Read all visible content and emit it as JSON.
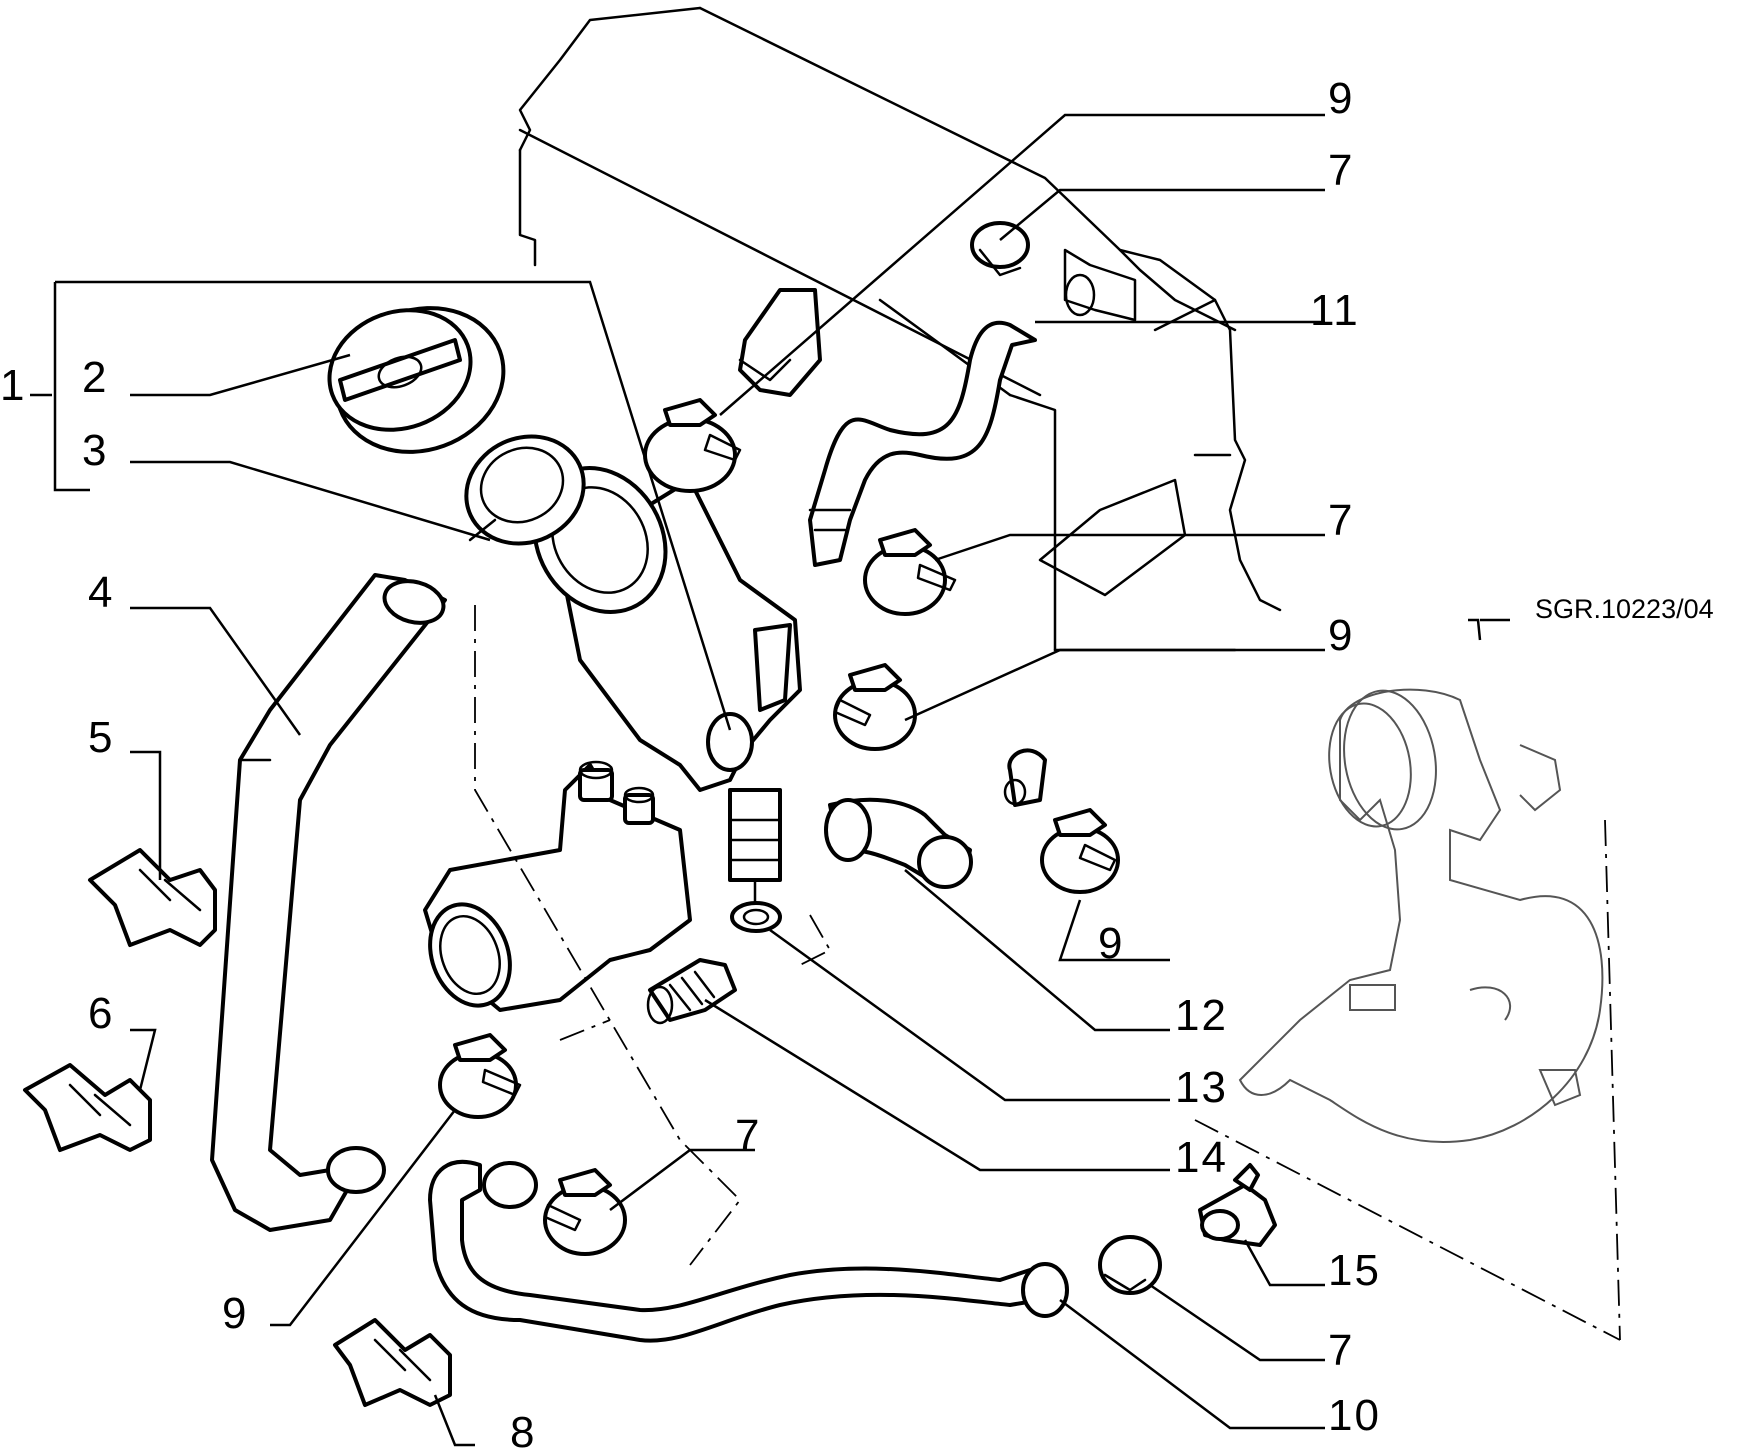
{
  "drawing_ref": "SGR.10223/04",
  "callouts": {
    "c1": "1",
    "c2": "2",
    "c3": "3",
    "c4": "4",
    "c5": "5",
    "c6": "6",
    "c7a": "7",
    "c7b": "7",
    "c7c": "7",
    "c7d": "7",
    "c8": "8",
    "c9a": "9",
    "c9b": "9",
    "c9c": "9",
    "c9d": "9",
    "c10": "10",
    "c11": "11",
    "c12": "12",
    "c13": "13",
    "c14": "14",
    "c15": "15"
  }
}
